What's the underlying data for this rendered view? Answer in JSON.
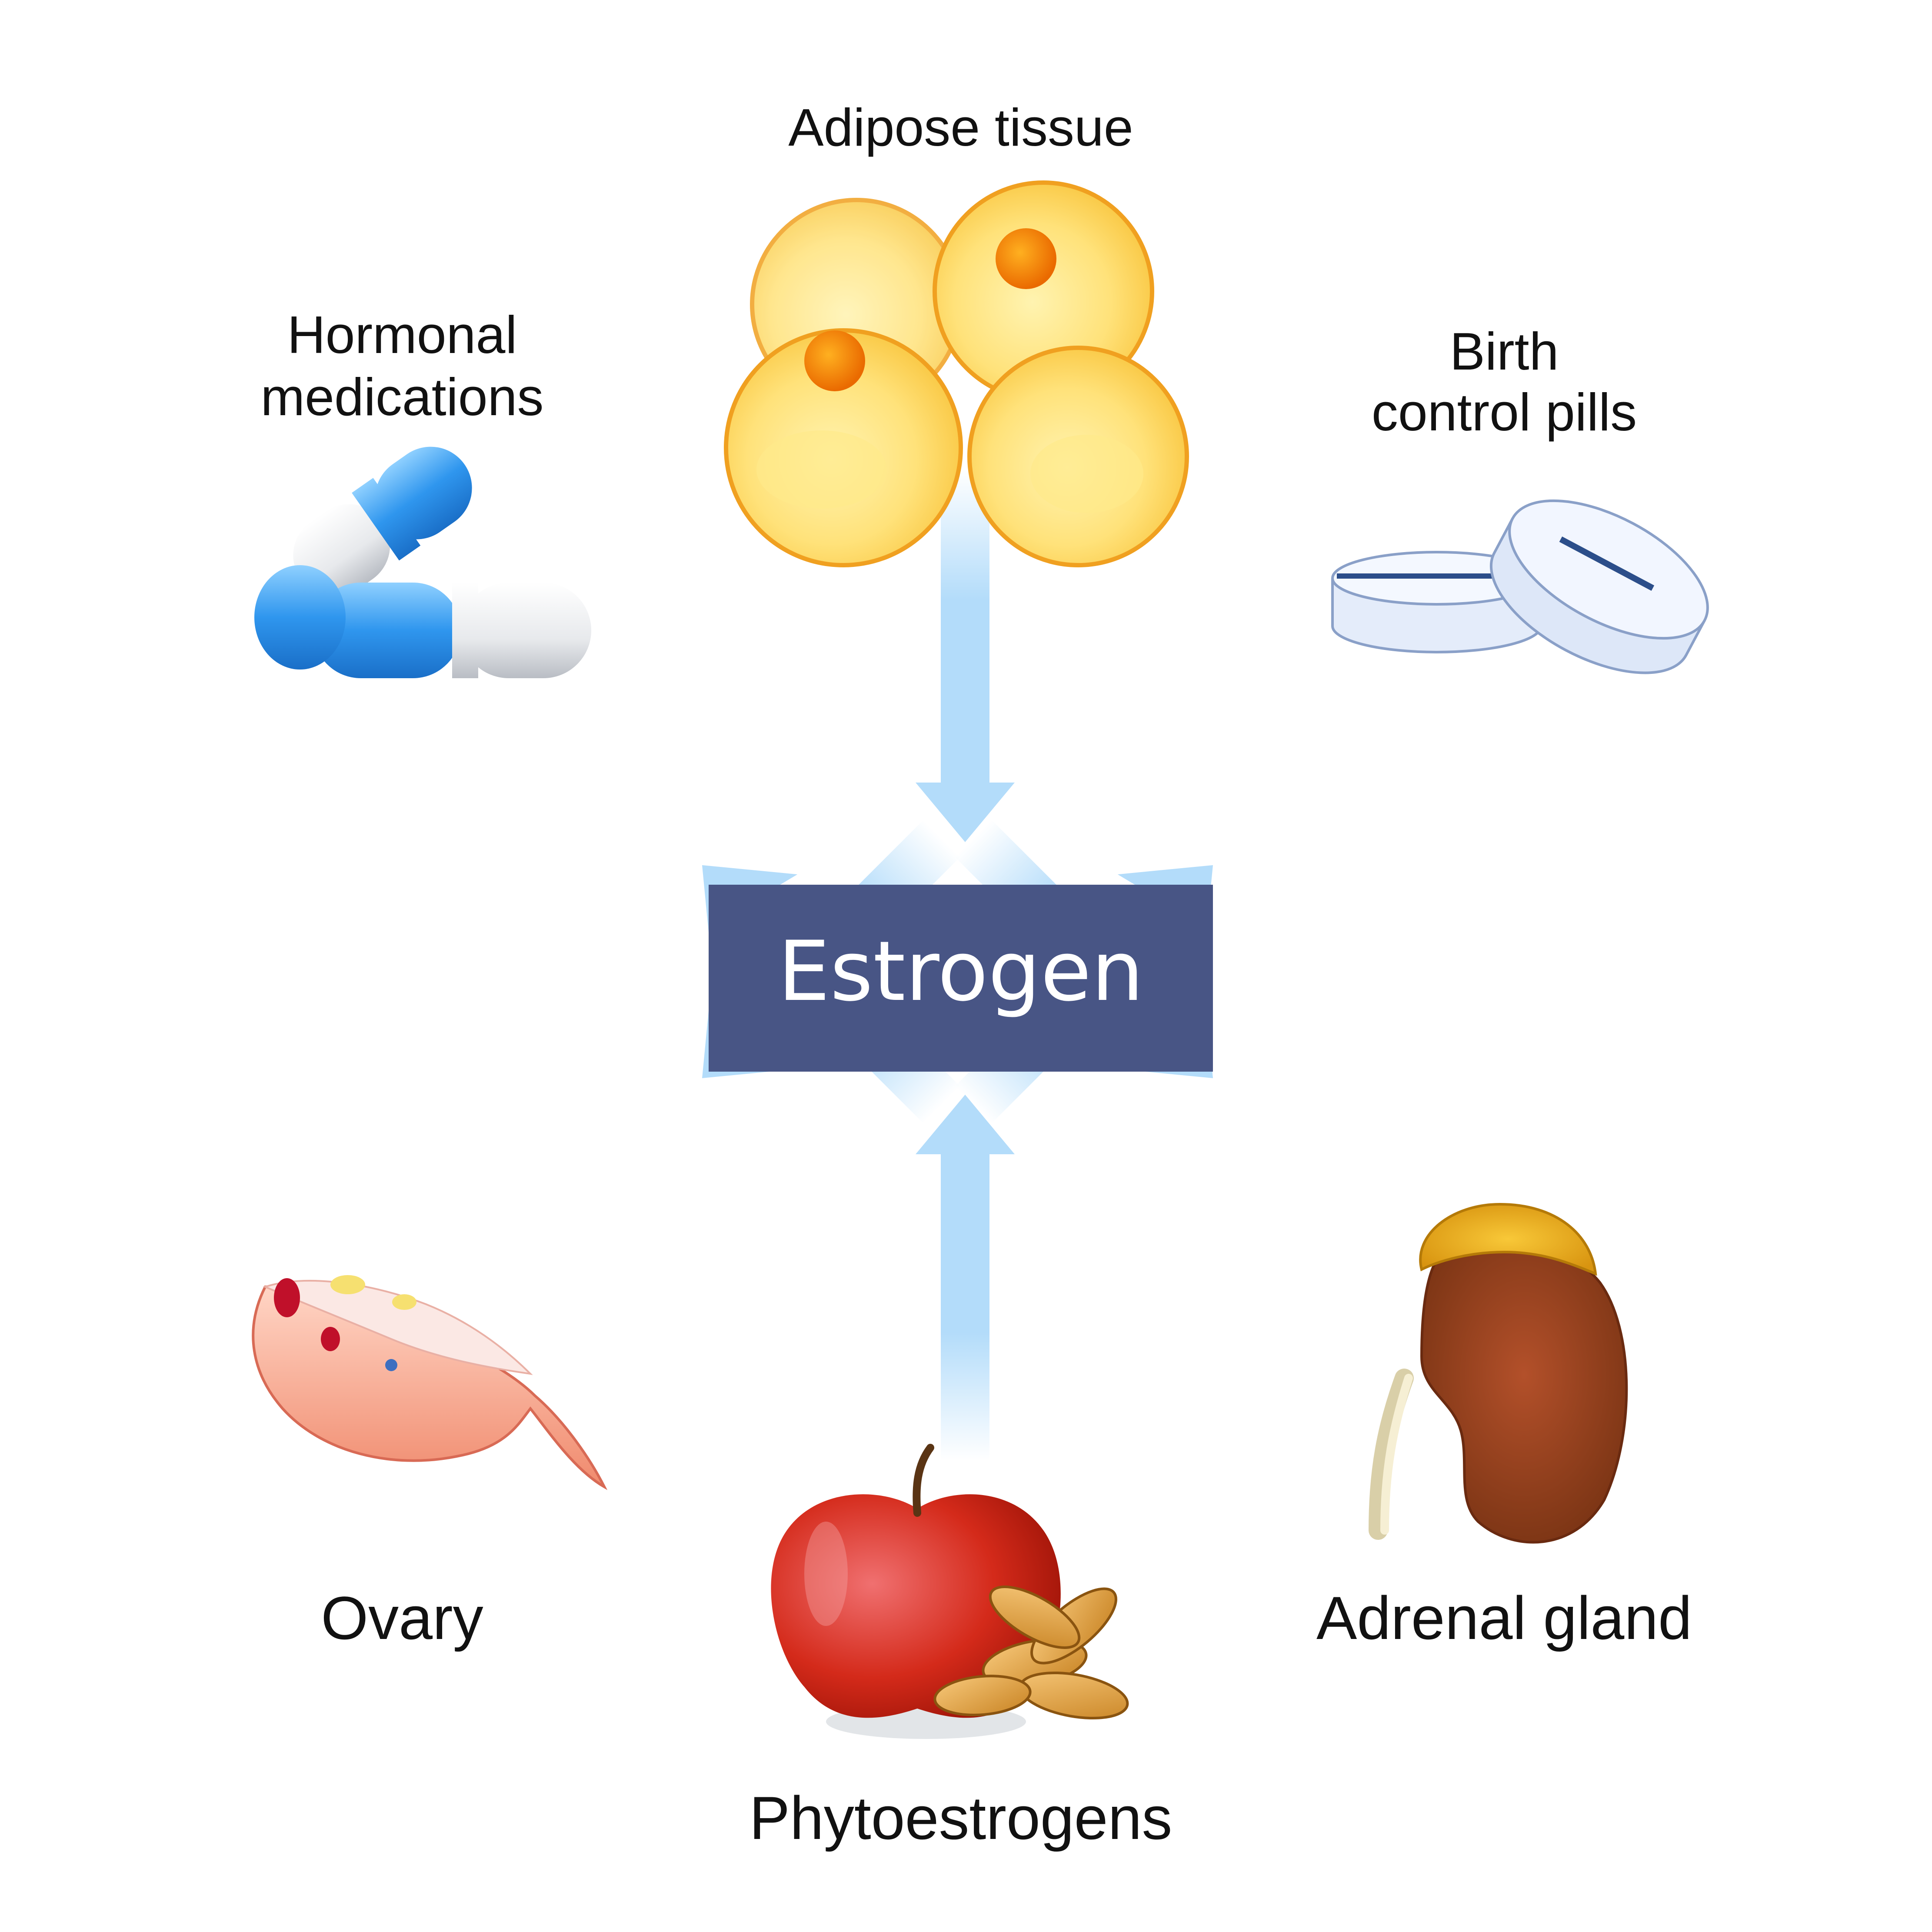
{
  "center": {
    "label": "Estrogen",
    "box_color": "#485585",
    "text_color": "#ffffff"
  },
  "sources": {
    "adipose": {
      "label": "Adipose tissue",
      "icon": "fat-cells-icon"
    },
    "hormonal": {
      "line1": "Hormonal",
      "line2": "medications",
      "icon": "capsules-icon"
    },
    "birth_control": {
      "line1": "Birth",
      "line2": "control pills",
      "icon": "tablets-icon"
    },
    "ovary": {
      "label": "Ovary",
      "icon": "ovary-icon"
    },
    "phyto": {
      "label": "Phytoestrogens",
      "icon": "apple-and-grains-icon"
    },
    "adrenal": {
      "label": "Adrenal gland",
      "icon": "kidney-adrenal-icon"
    }
  },
  "arrow_color": "#b3dcfa"
}
